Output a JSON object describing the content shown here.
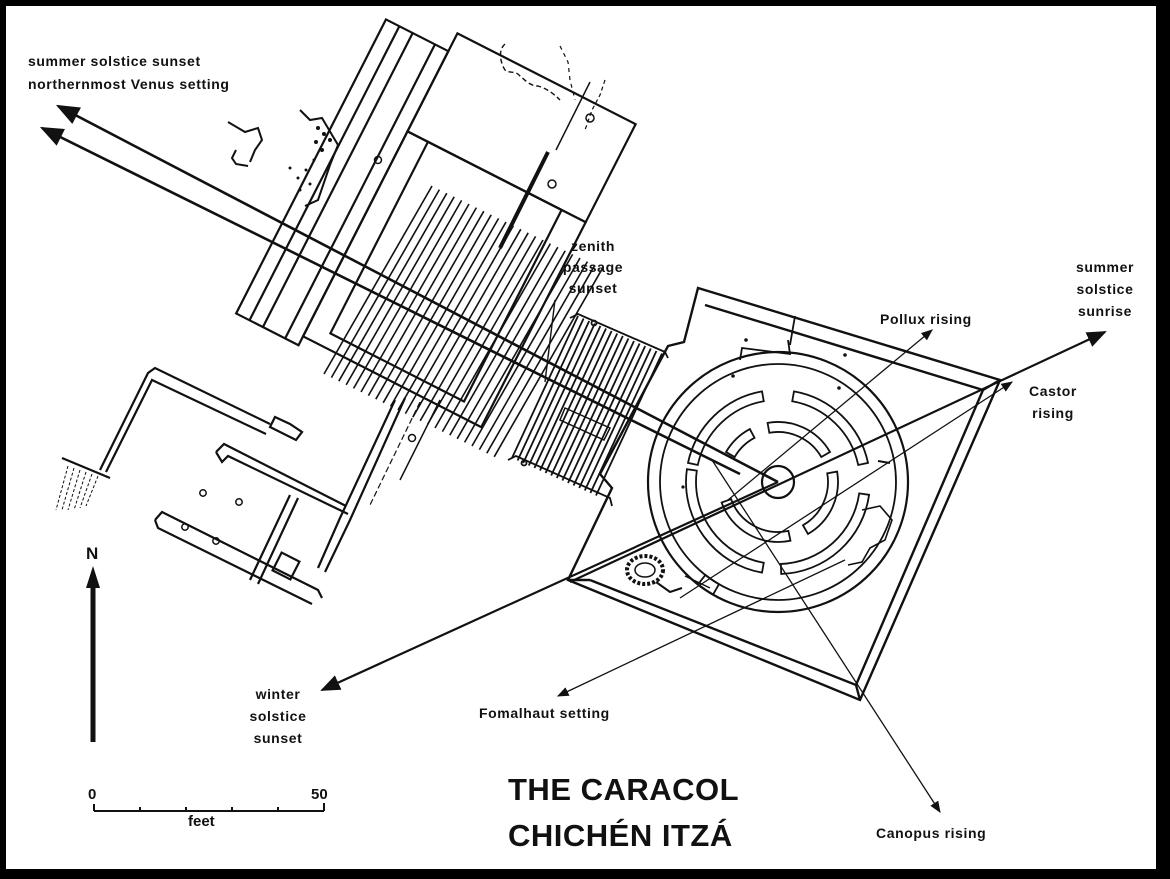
{
  "title": {
    "line1": "THE CARACOL",
    "line2": "CHICHÉN ITZÁ"
  },
  "labels": {
    "summer_solstice_sunset": "summer solstice sunset",
    "northernmost_venus_setting": "northernmost Venus setting",
    "zenith_passage_sunset": [
      "zenith",
      "passage",
      "sunset"
    ],
    "summer_solstice_sunrise": [
      "summer",
      "solstice",
      "sunrise"
    ],
    "pollux_rising": "Pollux rising",
    "castor_rising": [
      "Castor",
      "rising"
    ],
    "winter_solstice_sunset": [
      "winter",
      "solstice",
      "sunset"
    ],
    "fomalhaut_setting": "Fomalhaut setting",
    "canopus_rising": "Canopus rising"
  },
  "north_arrow": {
    "letter": "N",
    "icon": "north-arrow-icon"
  },
  "scale_bar": {
    "min": "0",
    "max": "50",
    "unit": "feet",
    "divisions": 5
  },
  "colors": {
    "ink": "#111111",
    "paper": "#ffffff",
    "frame": "#000000"
  }
}
